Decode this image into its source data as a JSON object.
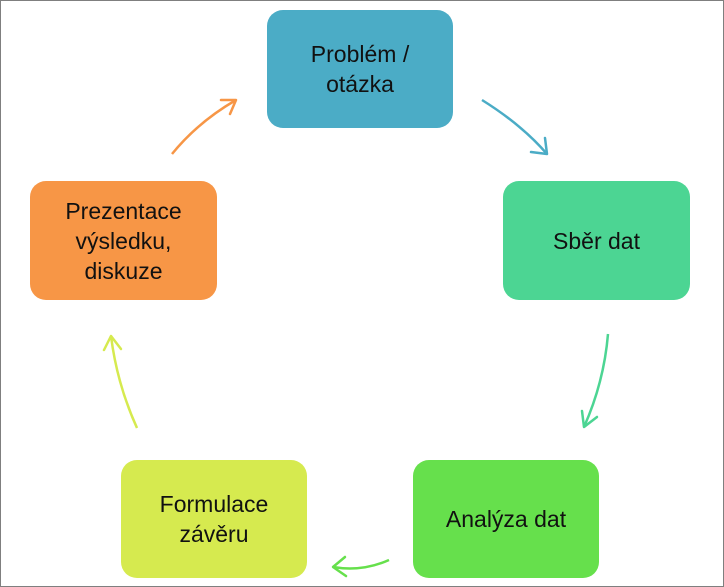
{
  "cycle": {
    "nodes": [
      {
        "id": "problem",
        "label": "Problém /\notázka",
        "color": "#4bacc6"
      },
      {
        "id": "sber",
        "label": "Sběr dat",
        "color": "#4cd593"
      },
      {
        "id": "analyza",
        "label": "Analýza dat",
        "color": "#66e04c"
      },
      {
        "id": "formul",
        "label": "Formulace\nzávěru",
        "color": "#d6ea4f"
      },
      {
        "id": "prezent",
        "label": "Prezentace\nvýsledku,\ndiskuze",
        "color": "#f79646"
      }
    ],
    "arrow_colors": [
      "#4bacc6",
      "#4cd593",
      "#66e04c",
      "#d6ea4f",
      "#f79646"
    ]
  }
}
